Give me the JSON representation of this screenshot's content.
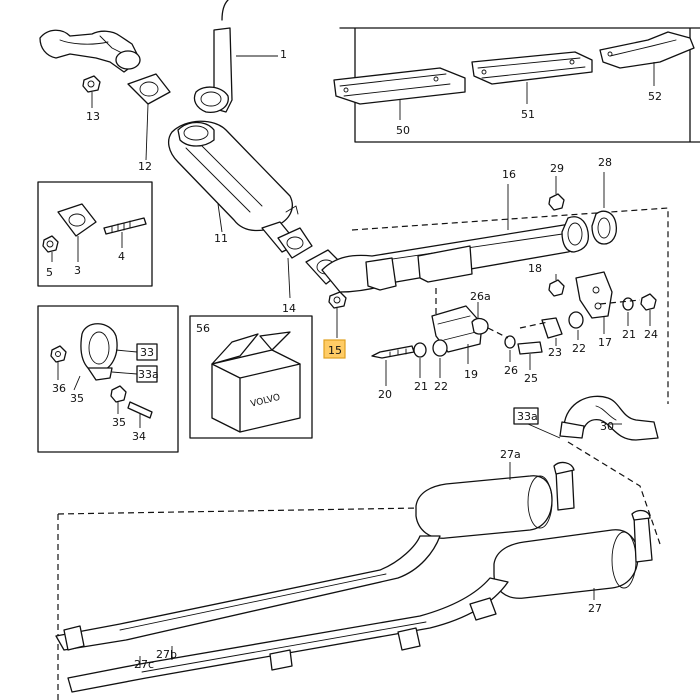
{
  "labels": {
    "p1": "1",
    "p3": "3",
    "p4": "4",
    "p5": "5",
    "p11": "11",
    "p12": "12",
    "p13": "13",
    "p14": "14",
    "p15": "15",
    "p16": "16",
    "p17": "17",
    "p18": "18",
    "p19": "19",
    "p20": "20",
    "p21a": "21",
    "p21b": "21",
    "p22a": "22",
    "p22b": "22",
    "p23": "23",
    "p24": "24",
    "p25": "25",
    "p26": "26",
    "p26a": "26a",
    "p27": "27",
    "p27a": "27a",
    "p27b": "27b",
    "p27c": "27c",
    "p28": "28",
    "p29": "29",
    "p30": "30",
    "p33": "33",
    "p33a": "33a",
    "p33a_b": "33a",
    "p34": "34",
    "p35a": "35",
    "p35b": "35",
    "p36": "36",
    "p50": "50",
    "p51": "51",
    "p52": "52",
    "p56": "56"
  },
  "box_logo": "VOLVO",
  "highlight_color": "#ffcc66"
}
